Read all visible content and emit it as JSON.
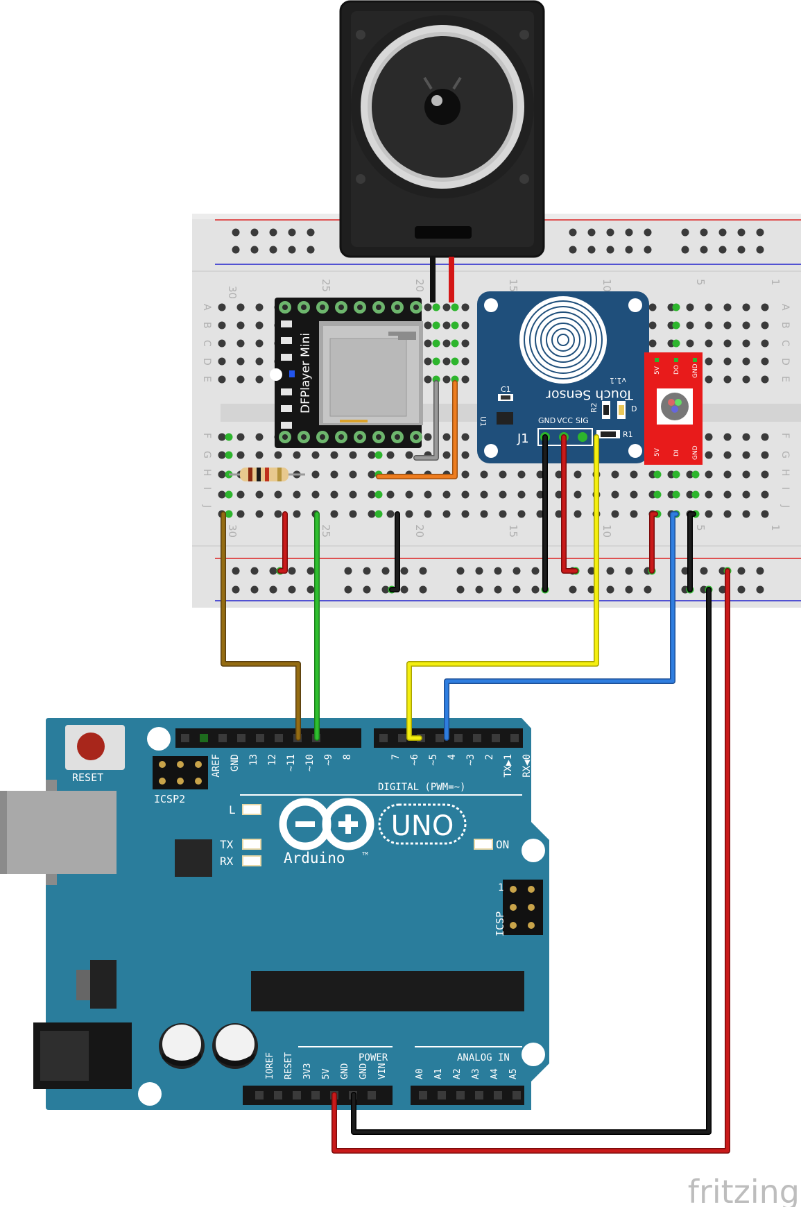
{
  "breadboard": {
    "top_row_numbers": [
      "30",
      "25",
      "20",
      "15",
      "10",
      "5",
      "1"
    ],
    "bottom_row_numbers": [
      "30",
      "25",
      "20",
      "15",
      "10",
      "5",
      "1"
    ],
    "row_letters_top": [
      "A",
      "B",
      "C",
      "D",
      "E"
    ],
    "row_letters_bottom": [
      "F",
      "G",
      "H",
      "I",
      "J"
    ]
  },
  "dfplayer": {
    "label": "DFPlayer Mini"
  },
  "touch_sensor": {
    "title": "Touch Sensor",
    "version": "v1.1",
    "j1": "J1",
    "pin_labels": [
      "GND",
      "VCC",
      "SIG"
    ],
    "components": [
      "C1",
      "U1",
      "R2",
      "D",
      "R1"
    ]
  },
  "led_module": {
    "top_pins": [
      "5V",
      "DO",
      "GND"
    ],
    "bottom_pins": [
      "5V",
      "DI",
      "GND"
    ]
  },
  "arduino": {
    "reset_label": "RESET",
    "icsp2_label": "ICSP2",
    "icsp_label": "ICSP",
    "icsp_pin1": "1",
    "digital_label": "DIGITAL (PWM=~)",
    "top_pins": [
      "AREF",
      "GND",
      "13",
      "12",
      "~11",
      "~10",
      "~9",
      "8",
      "7",
      "~6",
      "~5",
      "4",
      "~3",
      "2",
      "TX▶1",
      "RX◀0"
    ],
    "led_L": "L",
    "led_TX": "TX",
    "led_RX": "RX",
    "led_ON": "ON",
    "brand": "Arduino",
    "tm": "TM",
    "model": "UNO",
    "power_label": "POWER",
    "analog_label": "ANALOG IN",
    "power_pins": [
      "IOREF",
      "RESET",
      "3V3",
      "5V",
      "GND",
      "GND",
      "VIN"
    ],
    "analog_pins": [
      "A0",
      "A1",
      "A2",
      "A3",
      "A4",
      "A5"
    ]
  },
  "watermark": "fritzing",
  "colors": {
    "board_blue": "#2a7d9c",
    "sensor_blue": "#1d4f7a",
    "breadboard": "#e6e6e6",
    "wire_brown": "#8a6410",
    "wire_green": "#2db52d",
    "wire_yellow": "#f2ee10",
    "wire_blue": "#2e78d2",
    "wire_black": "#1a1a1a",
    "wire_red": "#c41717",
    "wire_orange": "#ea7a1e",
    "wire_gray": "#8c8c8c"
  }
}
